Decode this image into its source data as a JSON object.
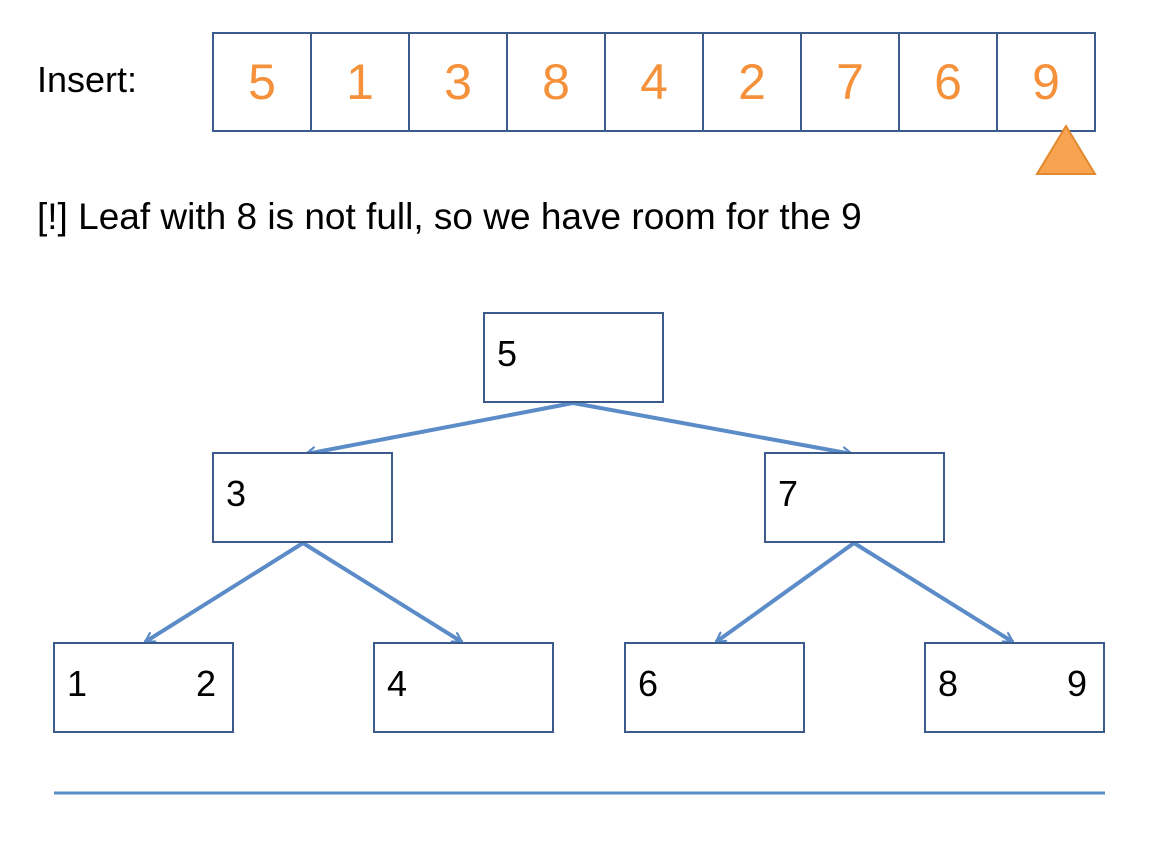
{
  "insert": {
    "label": "Insert:",
    "sequence": [
      "5",
      "1",
      "3",
      "8",
      "4",
      "2",
      "7",
      "6",
      "9"
    ],
    "current_index": 8
  },
  "message": "[!] Leaf with 8 is not full, so we have room for the 9",
  "tree": {
    "root": {
      "keys": [
        "5"
      ]
    },
    "internal": [
      {
        "keys": [
          "3"
        ]
      },
      {
        "keys": [
          "7"
        ]
      }
    ],
    "leaves": [
      {
        "keys": [
          "1",
          "2"
        ]
      },
      {
        "keys": [
          "4"
        ]
      },
      {
        "keys": [
          "6"
        ]
      },
      {
        "keys": [
          "8",
          "9"
        ]
      }
    ]
  },
  "colors": {
    "outline": "#3b5b8c",
    "edge": "#5b8cc8",
    "value_text": "#f4913a",
    "pointer_fill": "#f7a350",
    "pointer_stroke": "#e38a30"
  }
}
